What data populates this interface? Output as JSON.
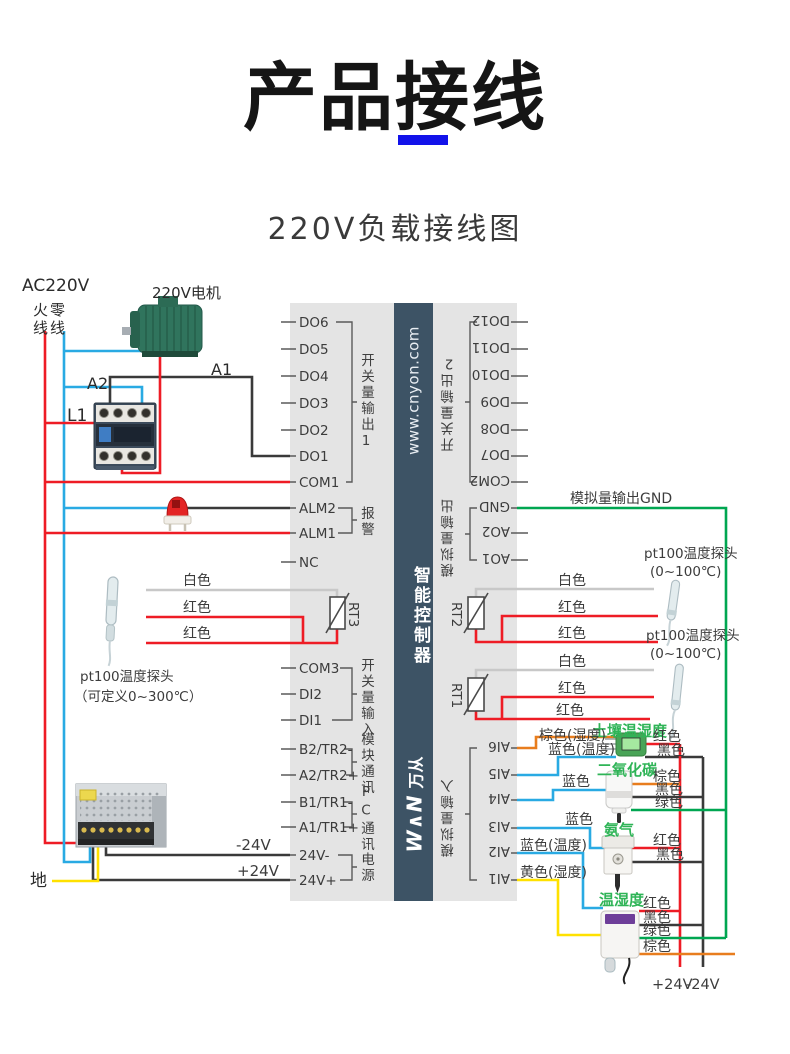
{
  "title": "产品接线",
  "subtitle": "220V负载接线图",
  "center_bar": {
    "url": "www.cnyon.com",
    "device_name": "智能控制器",
    "logo_mark": "W∧N",
    "logo_name": "万从"
  },
  "left_side": {
    "ac_label": "AC220V",
    "live_wire": "火",
    "neutral_wire": "零",
    "live_suffix": "线",
    "neutral_suffix": "线",
    "motor_label": "220V电机",
    "label_a2": "A2",
    "label_l1": "L1",
    "label_a1": "A1",
    "rt3_wire_labels": [
      "白色",
      "红色",
      "红色"
    ],
    "probe_title": "pt100温度探头",
    "probe_range": "（可定义0~300℃）",
    "ground_label": "地",
    "psu_out_neg": "-24V",
    "psu_out_pos": "+24V"
  },
  "controller": {
    "left_terminals": [
      "DO6",
      "DO5",
      "DO4",
      "DO3",
      "DO2",
      "DO1",
      "COM1",
      "ALM2",
      "ALM1",
      "NC",
      "COM3",
      "DI2",
      "DI1",
      "B2/TR2-",
      "A2/TR2+",
      "B1/TR1-",
      "A1/TR1+",
      "24V-",
      "24V+"
    ],
    "left_groups": [
      "开关量输出1",
      "报警",
      "开关量输入",
      "模块通讯",
      "PC通讯",
      "电源"
    ],
    "rt3_label": "RT3",
    "rt2_label": "RT2",
    "rt1_label": "RT1",
    "right_terminals": [
      "DO12",
      "DO11",
      "DO10",
      "DO9",
      "DO8",
      "DO7",
      "COM2",
      "GND",
      "AO2",
      "AO1",
      "AI6",
      "AI5",
      "AI4",
      "AI3",
      "AI2",
      "AI1"
    ],
    "right_groups": [
      "开关量输出2",
      "模拟量输出",
      "模拟量输入"
    ]
  },
  "right_side": {
    "analog_gnd_label": "模拟量输出GND",
    "probe1_title": "pt100温度探头",
    "probe1_range": "(0~100℃)",
    "probe2_title": "pt100温度探头",
    "probe2_range": "(0~100℃)",
    "rt2_wire_labels": [
      "白色",
      "红色",
      "红色"
    ],
    "rt1_wire_labels": [
      "白色",
      "红色",
      "红色"
    ],
    "soil_sensor": {
      "name": "土壤温湿度",
      "in_labels": [
        "棕色(湿度)",
        "蓝色(温度)"
      ],
      "out_labels": [
        "红色",
        "黑色"
      ]
    },
    "co2_sensor": {
      "name": "二氧化碳",
      "in_labels": [
        "蓝色"
      ],
      "out_labels": [
        "棕色",
        "黑色",
        "绿色"
      ]
    },
    "nh3_sensor": {
      "name": "氨气",
      "in_labels": [
        "蓝色"
      ],
      "out_labels": [
        "红色",
        "黑色"
      ]
    },
    "th_sensor": {
      "name": "温湿度",
      "in_labels": [
        "蓝色(温度)",
        "黄色(湿度)"
      ],
      "out_labels": [
        "红色",
        "黑色",
        "绿色",
        "棕色"
      ]
    },
    "bus_pos_label": "+24V",
    "bus_neg_label": "-24V"
  },
  "colors": {
    "accent_blue": "#1212ea",
    "wire_red": "#ee1c25",
    "wire_blue": "#29aae3",
    "wire_green": "#00a651",
    "wire_yellow": "#ffe100",
    "wire_brown": "#e87d1e",
    "wire_black": "#3a3a3a",
    "wire_white": "#c8c8c8",
    "controller_bar": "#3d5365",
    "sensor_label_green": "#2fb457"
  }
}
